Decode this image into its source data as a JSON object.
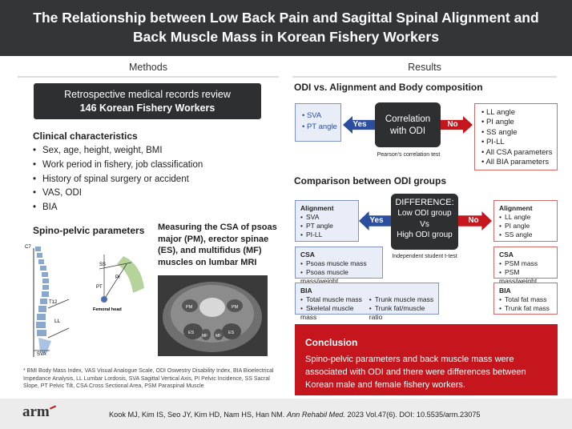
{
  "title_line1": "The Relationship between Low Back Pain and Sagittal Spinal Alignment and",
  "title_line2": "Back Muscle Mass in Korean Fishery Workers",
  "methods": {
    "tab": "Methods",
    "review_line1": "Retrospective medical records review",
    "review_line2": "146 Korean Fishery Workers",
    "clinical_heading": "Clinical characteristics",
    "clinical_items": [
      "Sex, age, height, weight, BMI",
      "Work period in fishery, job classification",
      "History of spinal surgery or accident",
      "VAS, ODI",
      "BIA"
    ],
    "spino_heading": "Spino-pelvic parameters",
    "csa_heading": "Measuring the CSA of psoas major (PM), erector spinae (ES), and multifidus (MF) muscles on lumbar MRI",
    "diagram_labels": {
      "c7": "C7",
      "t12": "T12",
      "ll": "LL",
      "sva": "SVA",
      "ss": "SS",
      "pi": "PI",
      "pt": "PT",
      "femoral": "Femoral head"
    },
    "mri_labels": {
      "pm_l": "PM",
      "pm_r": "PM",
      "es_l": "ES",
      "es_r": "ES",
      "mf_l": "MF",
      "mf_r": "MF"
    }
  },
  "footnote": "* BMI Body Mass Index, VAS Visual Analogue Scale, ODI Oswestry Disability Index, BIA Bioelectrical Impedance Analysis, LL Lumbar Lordosis, SVA Sagittal Vertical Axis, PI Pelvic Incidence, SS Sacral Slope, PT Pelvic Tilt, CSA Cross Sectional Area, PSM Paraspinal Muscle",
  "results": {
    "tab": "Results",
    "odi_heading": "ODI  vs. Alignment and Body composition",
    "yes_items1": [
      "SVA",
      "PT angle"
    ],
    "correlation_line1": "Correlation",
    "correlation_line2": "with ODI",
    "pearson": "Pearson's correlation test",
    "yes": "Yes",
    "no": "No",
    "no_items1": [
      "LL angle",
      "PI angle",
      "SS angle",
      "PI-LL",
      "All CSA parameters",
      "All BIA parameters"
    ],
    "comparison_heading": "Comparison between ODI groups",
    "diff_title": "DIFFERENCE:",
    "diff_line1": "Low ODI group",
    "diff_line2": "Vs",
    "diff_line3": "High ODI group",
    "ttest": "Independent student t-test",
    "left_alignment_hd": "Alignment",
    "left_alignment": [
      "SVA",
      "PT angle",
      "PI-LL"
    ],
    "left_csa_hd": "CSA",
    "left_csa": [
      "Psoas muscle mass",
      "Psoas muscle mass/weight"
    ],
    "bia_hd": "BIA",
    "bia_col1": [
      "Total muscle mass",
      "Skeletal muscle mass"
    ],
    "bia_col2": [
      "Trunk muscle mass",
      "Trunk fat/muscle ratio"
    ],
    "right_alignment_hd": "Alignment",
    "right_alignment": [
      "LL angle",
      "PI angle",
      "SS angle"
    ],
    "right_csa_hd": "CSA",
    "right_csa": [
      "PSM mass",
      "PSM mass/weight"
    ],
    "right_bia_hd": "BIA",
    "right_bia": [
      "Total fat mass",
      "Trunk fat mass"
    ],
    "conclusion_heading": "Conclusion",
    "conclusion_text": "Spino-pelvic parameters and back muscle mass were associated with ODI and there were differences between Korean male and female fishery workers."
  },
  "citation": {
    "logo": "arm",
    "authors": "Kook MJ, Kim IS, Seo JY, Kim HD, Nam HS, Han NM.",
    "journal": "Ann Rehabil Med.",
    "rest": "2023 Vol.47(6). DOI: 10.5535/arm.23075"
  },
  "colors": {
    "header": "#333536",
    "blue": "#2c4e9e",
    "red": "#c4161c"
  }
}
